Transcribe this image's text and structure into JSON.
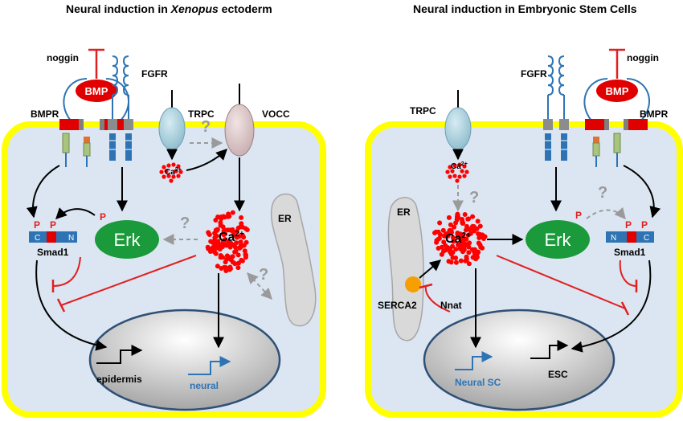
{
  "left_panel": {
    "title_a": "Neural induction in ",
    "title_b": "Xenopus",
    "title_c": " ectoderm",
    "noggin": "noggin",
    "bmp": "BMP",
    "bmpr": "BMPR",
    "fgfr": "FGFR",
    "trpc": "TRPC",
    "vocc": "VOCC",
    "er": "ER",
    "erk": "Erk",
    "smad1": "Smad1",
    "smad_c": "C",
    "smad_n": "N",
    "p": "P",
    "ca": "Ca",
    "ca_sup": "2+",
    "question": "?",
    "epidermis": "epidermis",
    "neural": "neural"
  },
  "right_panel": {
    "title": "Neural induction in Embryonic Stem Cells",
    "noggin": "noggin",
    "bmp": "BMP",
    "bmpr": "BMPR",
    "fgfr": "FGFR",
    "trpc": "TRPC",
    "er": "ER",
    "erk": "Erk",
    "smad1": "Smad1",
    "smad_n": "N",
    "smad_c": "C",
    "p": "P",
    "ca": "Ca",
    "ca_sup": "2+",
    "question": "?",
    "serca2": "SERCA2",
    "nnat": "Nnat",
    "neural_sc": "Neural  SC",
    "esc": "ESC"
  },
  "colors": {
    "cell_border": "#ffff00",
    "cytoplasm": "#dce6f2",
    "erk": "#1a9a3a",
    "inhibition": "#e02020",
    "calcium": "#ff0000",
    "er": "#d9d9d9",
    "nucleus": "#b5b5b5",
    "nucleus_border": "#2f5075",
    "receptor": "#2e74b5",
    "unknown_arrow": "#9a9a9a"
  }
}
